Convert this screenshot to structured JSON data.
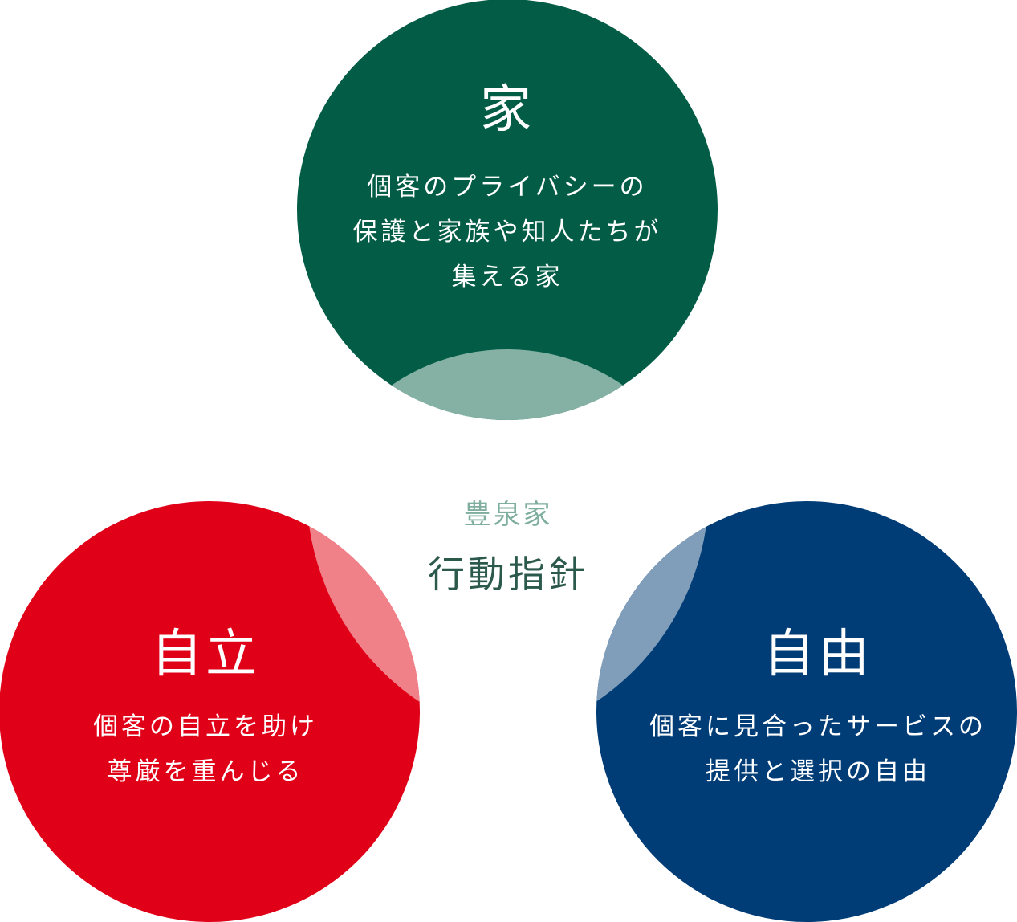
{
  "center": {
    "subtitle": "豊泉家",
    "title": "行動指針"
  },
  "circles": [
    {
      "id": "home",
      "title": "家",
      "lines": [
        "個客のプライバシーの",
        "保護と家族や知人たちが",
        "集える家"
      ],
      "color": "#035c45",
      "overlap_color": "#84b1a4"
    },
    {
      "id": "independence",
      "title": "自立",
      "lines": [
        "個客の自立を助け",
        "尊厳を重んじる"
      ],
      "color": "#e00018",
      "overlap_color": "#f08189"
    },
    {
      "id": "freedom",
      "title": "自由",
      "lines": [
        "個客に見合ったサービスの",
        "提供と選択の自由"
      ],
      "color": "#003c76",
      "overlap_color": "#809eba"
    }
  ]
}
